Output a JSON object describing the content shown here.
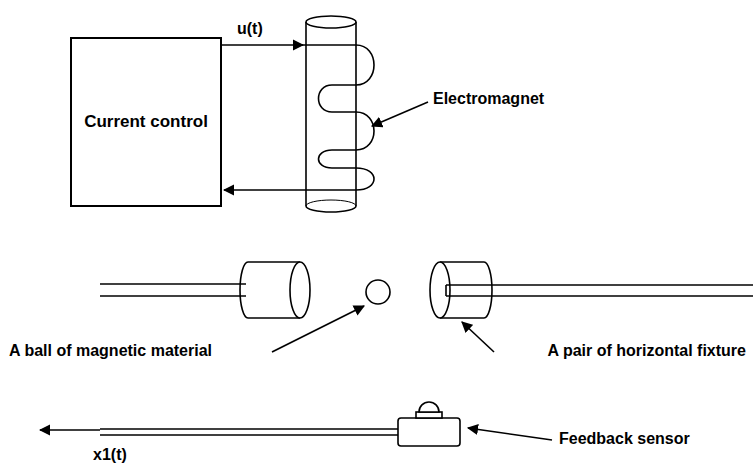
{
  "diagram": {
    "nodes": [
      {
        "text": [
          "Current control"
        ]
      }
    ],
    "labels": [
      "u(t)",
      "Electromagnet",
      "A ball of magnetic material",
      "A pair of horizontal fixture",
      "Feedback sensor",
      "x1(t)"
    ]
  }
}
